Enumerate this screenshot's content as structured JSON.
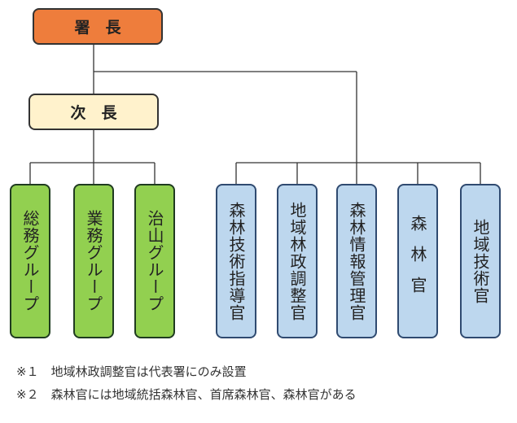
{
  "chart": {
    "top": {
      "label": "署　長"
    },
    "deputy": {
      "label": "次　長"
    },
    "groups": [
      {
        "label": "総務グループ"
      },
      {
        "label": "業務グループ"
      },
      {
        "label": "治山グループ"
      }
    ],
    "officers": [
      {
        "label": "森林技術指導官"
      },
      {
        "label": "地域林政調整官"
      },
      {
        "label": "森林情報管理官"
      },
      {
        "label": "森林官"
      },
      {
        "label": "地域技術官"
      }
    ]
  },
  "notes": [
    "※１　地域林政調整官は代表署にのみ設置",
    "※２　森林官には地域統括森林官、首席森林官、森林官がある"
  ]
}
